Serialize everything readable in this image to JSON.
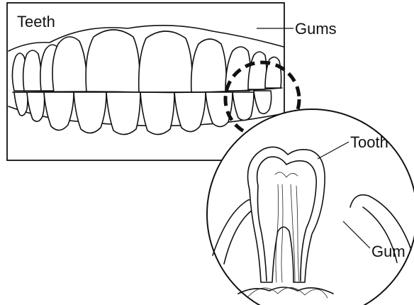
{
  "labels": {
    "teeth": "Teeth",
    "gums": "Gums",
    "tooth": "Tooth",
    "gum": "Gum"
  },
  "colors": {
    "line": "#111111",
    "background": "#ffffff"
  }
}
